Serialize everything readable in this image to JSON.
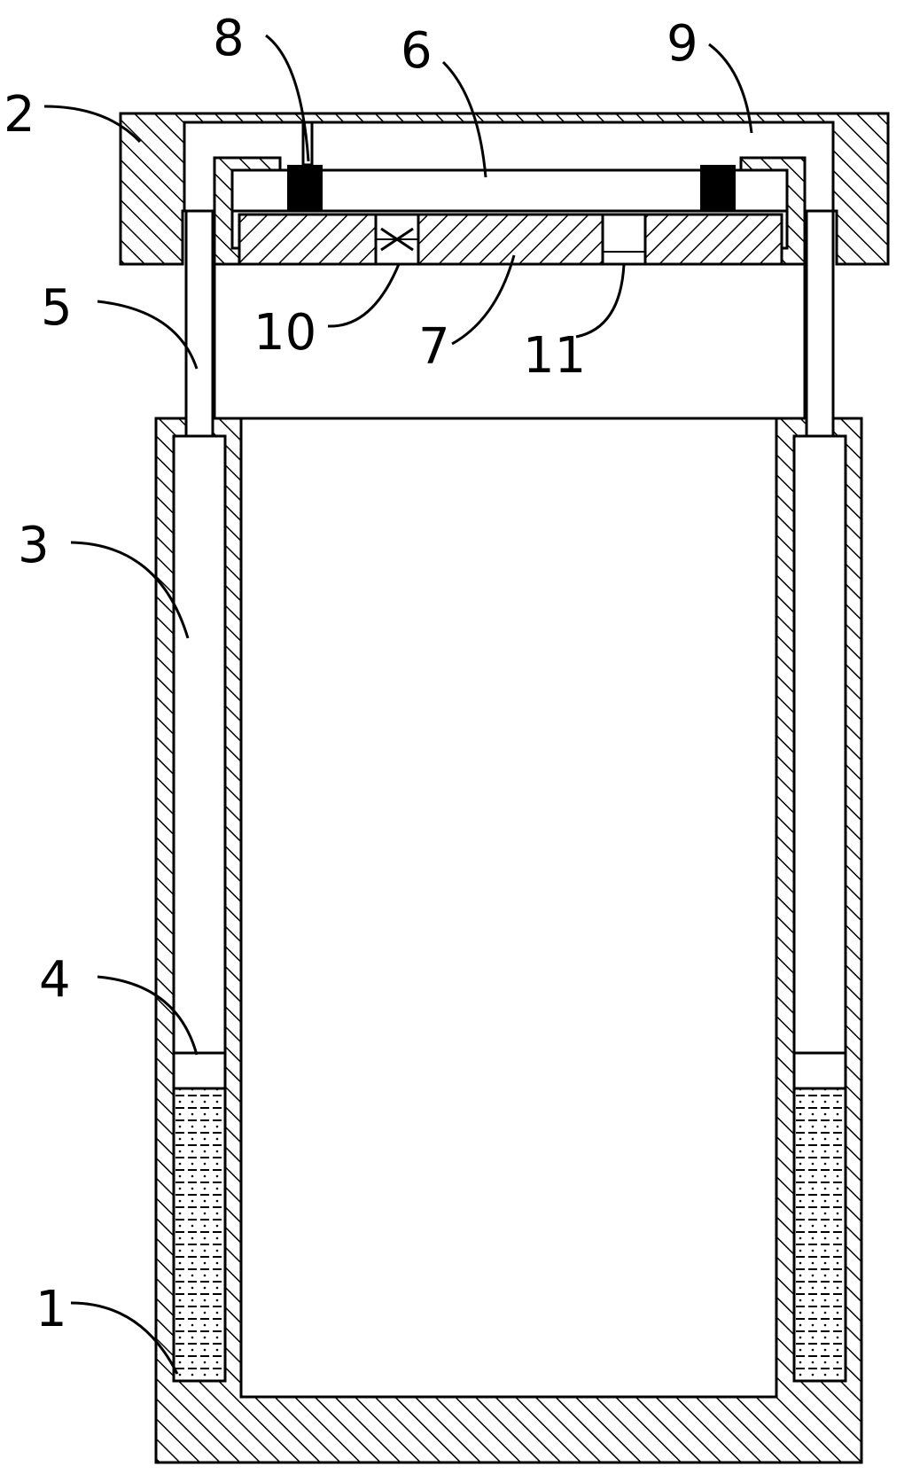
{
  "labels": {
    "l1": "1",
    "l2": "2",
    "l3": "3",
    "l4": "4",
    "l5": "5",
    "l6": "6",
    "l7": "7",
    "l8": "8",
    "l9": "9",
    "l10": "10",
    "l11": "11"
  },
  "colors": {
    "stroke": "#000000",
    "background": "#ffffff"
  }
}
